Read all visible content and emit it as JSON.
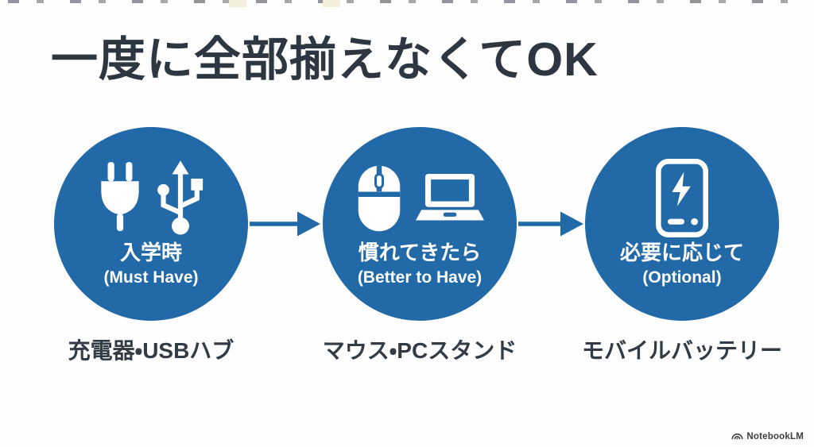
{
  "slide": {
    "title": "一度に全部揃えなくてOK",
    "accent_color": "#2269a8",
    "title_color": "#2e3741"
  },
  "stages": [
    {
      "jp_label": "入学時",
      "en_label": "(Must Have)",
      "items_label": "充電器・USBハブ",
      "icons": [
        "power-plug-icon",
        "usb-icon"
      ]
    },
    {
      "jp_label": "慣れてきたら",
      "en_label": "(Better to Have)",
      "items_label": "マウス・PCスタンド",
      "icons": [
        "mouse-icon",
        "laptop-icon"
      ]
    },
    {
      "jp_label": "必要に応じて",
      "en_label": "(Optional)",
      "items_label": "モバイルバッテリー",
      "icons": [
        "power-bank-icon"
      ]
    }
  ],
  "watermark": {
    "label": "NotebookLM",
    "icon": "notebooklm-logo-icon"
  }
}
